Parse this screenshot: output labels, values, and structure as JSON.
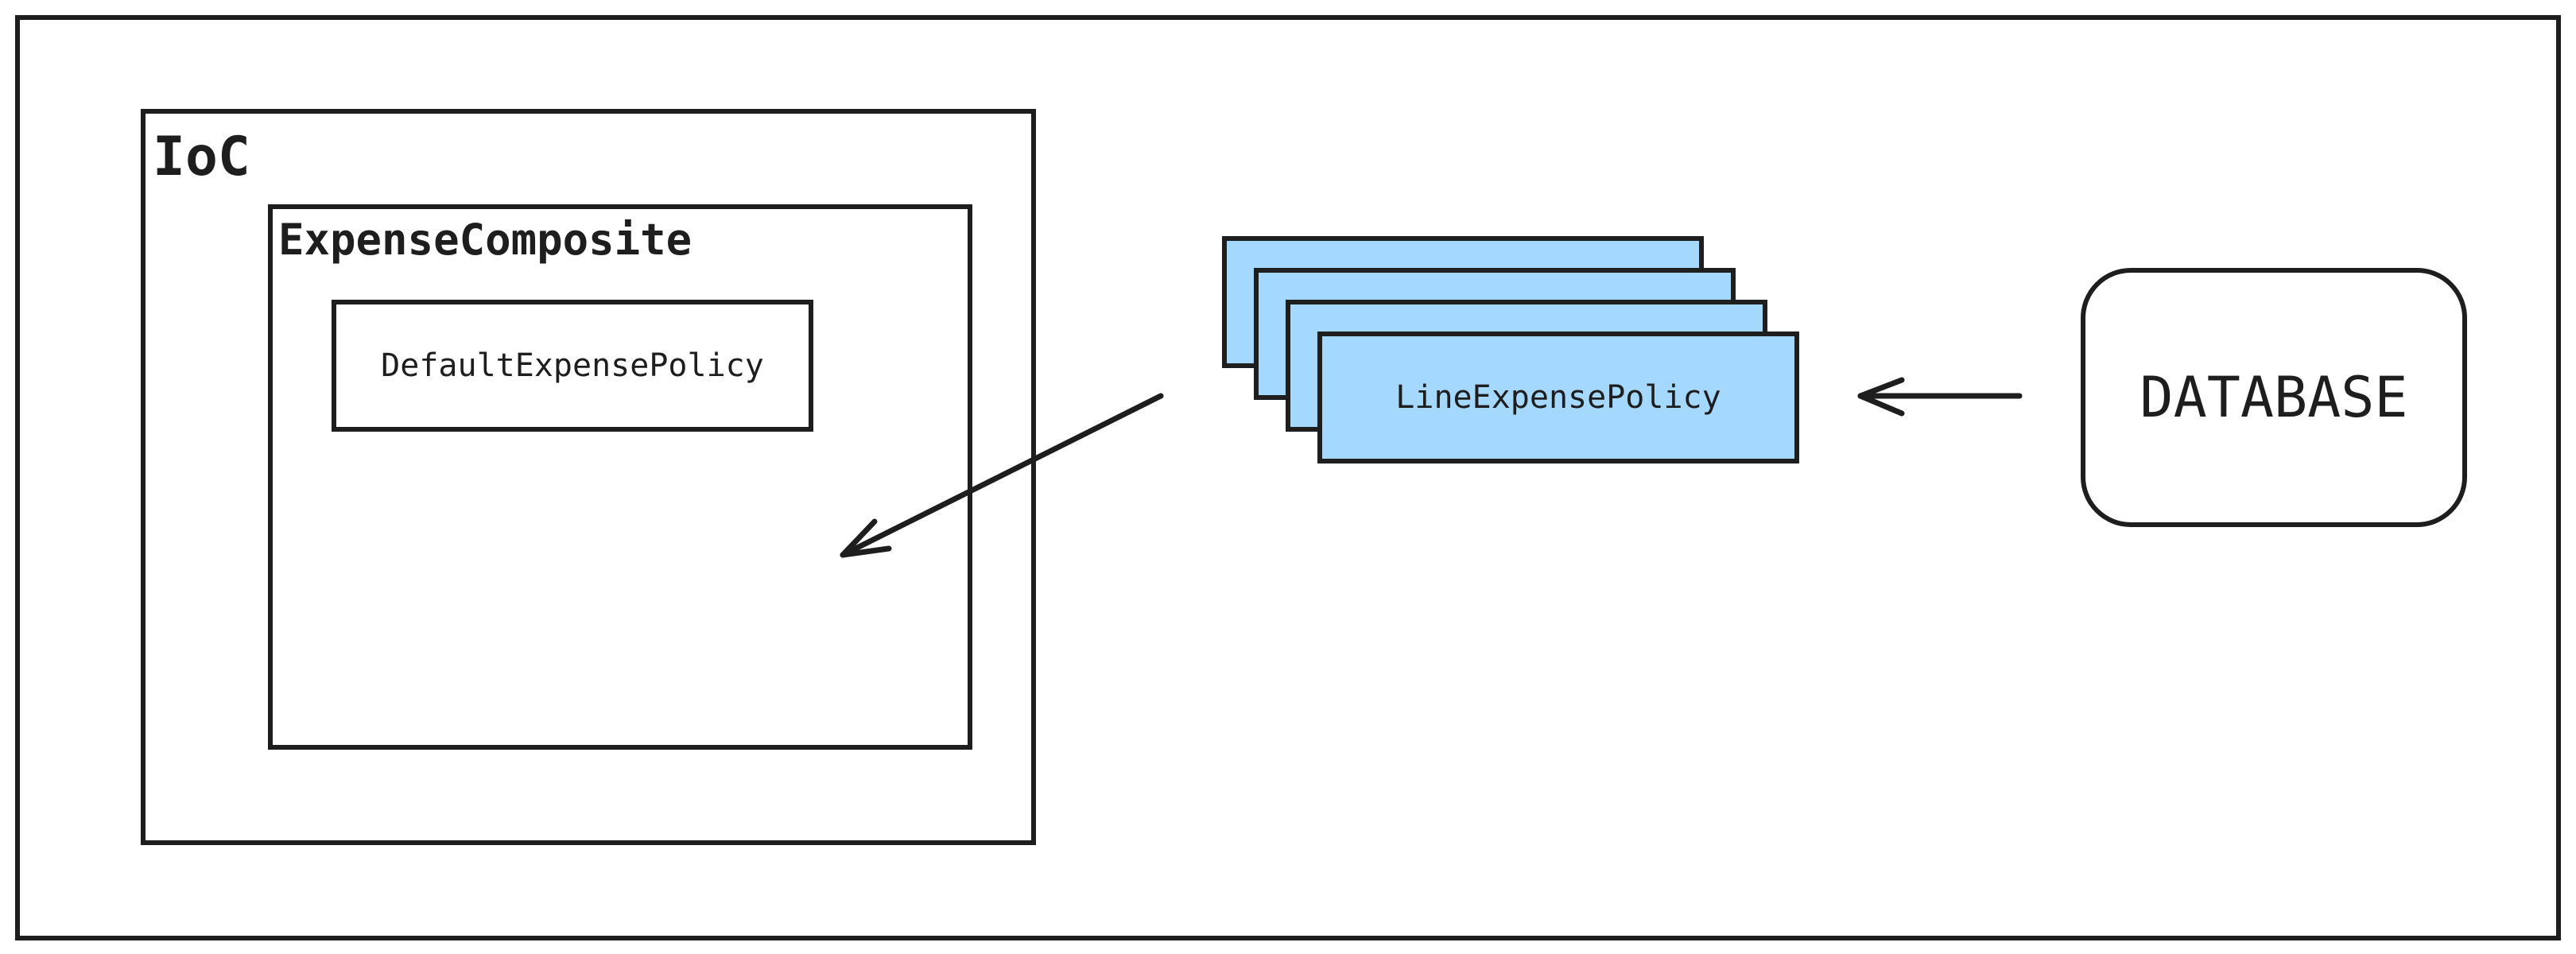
{
  "diagram": {
    "containers": {
      "ioc": "IoC",
      "expense_composite": "ExpenseComposite"
    },
    "nodes": {
      "default_policy": "DefaultExpensePolicy",
      "line_policy": "LineExpensePolicy",
      "database": "DATABASE"
    },
    "line_policy_stack_count": 4,
    "colors": {
      "stroke": "#1e1e1e",
      "background": "#ffffff",
      "line_policy_fill": "#a5d8ff"
    }
  }
}
